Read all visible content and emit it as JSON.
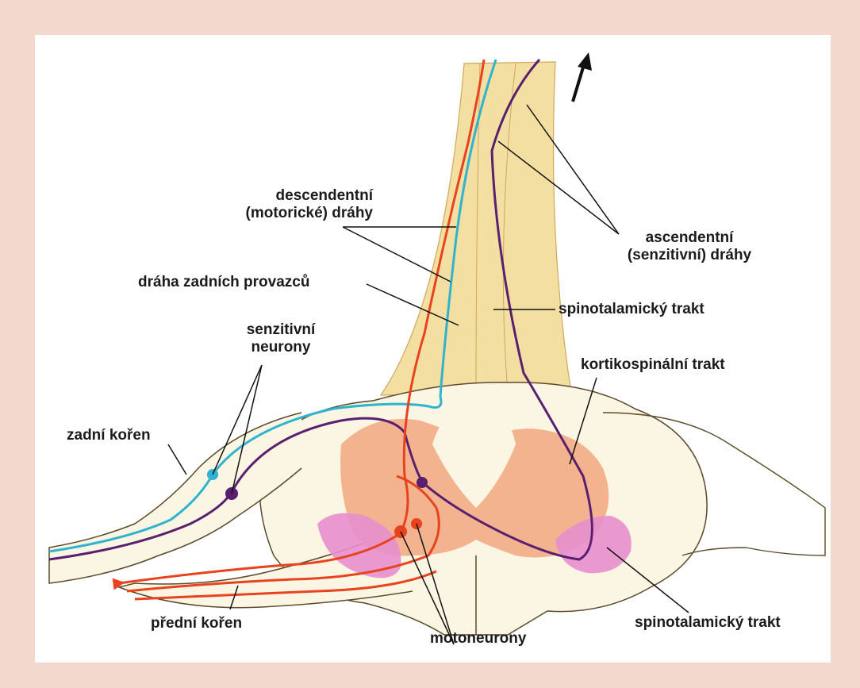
{
  "labels": {
    "descending_line1": "descendentní",
    "descending_line2": "(motorické) dráhy",
    "dorsal_columns": "dráha zadních provazců",
    "sensory_neurons_line1": "senzitivní",
    "sensory_neurons_line2": "neurony",
    "dorsal_root": "zadní kořen",
    "ventral_root": "přední kořen",
    "motoneurons": "motoneurony",
    "ascending_line1": "ascendentní",
    "ascending_line2": "(senzitivní) dráhy",
    "spinothalamic_upper": "spinotalamický trakt",
    "corticospinal": "kortikospinální trakt",
    "spinothalamic_lower": "spinotalamický trakt"
  },
  "colors": {
    "frame": "#f3d9cd",
    "white_matter": "#fbf6e4",
    "gray_matter": "#f1a77f",
    "dorsal_tracts": "#f3dfa2",
    "ventral_horn_tint": "#e78fcd",
    "sensory_pathway": "#2fb3cf",
    "sensory_pathway_2": "#5a1f6e",
    "motor_pathway": "#e8421f",
    "outline": "#5c4a2a"
  }
}
